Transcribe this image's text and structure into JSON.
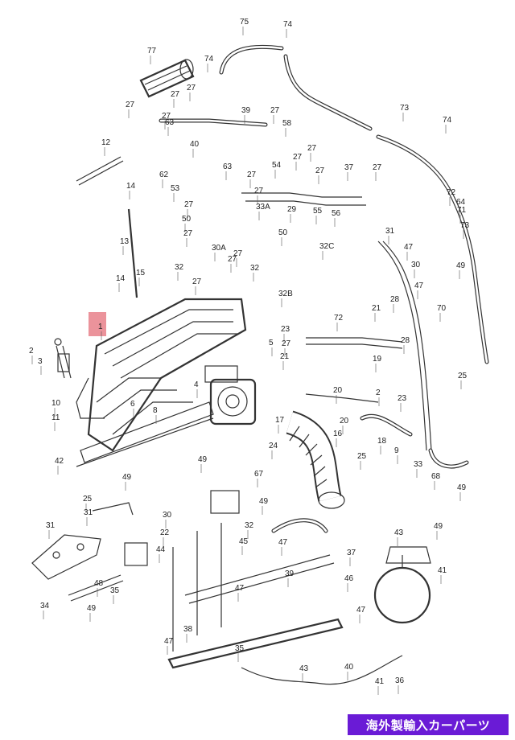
{
  "callouts": [
    "75",
    "74",
    "77",
    "74",
    "27",
    "27",
    "27",
    "27",
    "63",
    "40",
    "39",
    "27",
    "58",
    "27",
    "74",
    "73",
    "12",
    "62",
    "63",
    "27",
    "54",
    "27",
    "27",
    "37",
    "27",
    "14",
    "53",
    "27",
    "27",
    "50",
    "27",
    "33A",
    "29",
    "55",
    "56",
    "64",
    "72",
    "71",
    "73",
    "13",
    "30A",
    "50",
    "27",
    "32C",
    "31",
    "47",
    "49",
    "32",
    "27",
    "27",
    "32",
    "32B",
    "30",
    "47",
    "14",
    "15",
    "70",
    "1",
    "72",
    "21",
    "28",
    "2",
    "3",
    "23",
    "5",
    "4",
    "27",
    "21",
    "25",
    "19",
    "10",
    "11",
    "8",
    "6",
    "28",
    "20",
    "23",
    "2",
    "20",
    "16",
    "17",
    "24",
    "18",
    "25",
    "9",
    "42",
    "49",
    "67",
    "33",
    "49",
    "25",
    "68",
    "49",
    "31",
    "49",
    "30",
    "31",
    "22",
    "44",
    "43",
    "49",
    "32",
    "45",
    "47",
    "37",
    "34",
    "49",
    "48",
    "35",
    "47",
    "39",
    "46",
    "41",
    "47",
    "38",
    "40",
    "35",
    "43",
    "47",
    "41",
    "36"
  ],
  "badge": "海外製輸入カーパーツ",
  "highlight_color": "#e8808a",
  "badge_color": "#6a1bd6"
}
